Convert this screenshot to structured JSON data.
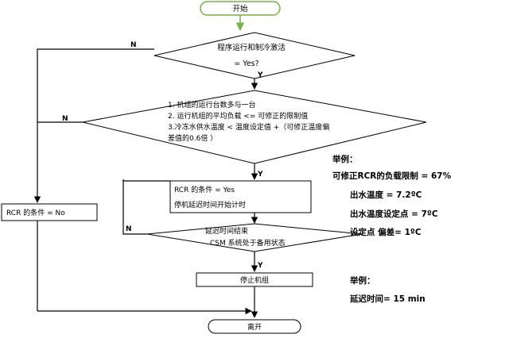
{
  "flow": {
    "start": "开始",
    "decision1": {
      "line1": "程序运行和制冷激活",
      "line2": "= Yes?"
    },
    "decision2": {
      "line1": "1. 机组的运行台数多与一台",
      "line2": "2. 运行机组的平均负载 <= 可修正的限制值",
      "line3": "3.冷冻水供水温度 < 温度设定值 +（可修正温度偏",
      "line4": "差值的0.6倍 ）"
    },
    "rcr_box": {
      "line1": "RCR 的条件 = Yes",
      "line2": "停机延迟时间开始计时"
    },
    "rcr_no_box": "RCR 的条件 = No",
    "decision3": {
      "line1": "延迟时间结束",
      "line2": "CSM 系统处于备用状态"
    },
    "stop_box": "停止机组",
    "end": "离开",
    "labels": {
      "yes": "Y",
      "no": "N"
    }
  },
  "example1": {
    "heading": "举例：",
    "line1": "可修正RCR的负载限制 = 67%",
    "line2": "出水温度 = 7.2ºC",
    "line3": "出水温度设定点 = 7ºC",
    "line4": "设定点 偏差= 1ºC"
  },
  "example2": {
    "heading": "举例：",
    "line1": "延迟时间= 15 min"
  },
  "colors": {
    "start_fill": "#ffffff",
    "start_stroke": "#77b14a",
    "arrow": "#78b04b",
    "line": "#000000"
  }
}
